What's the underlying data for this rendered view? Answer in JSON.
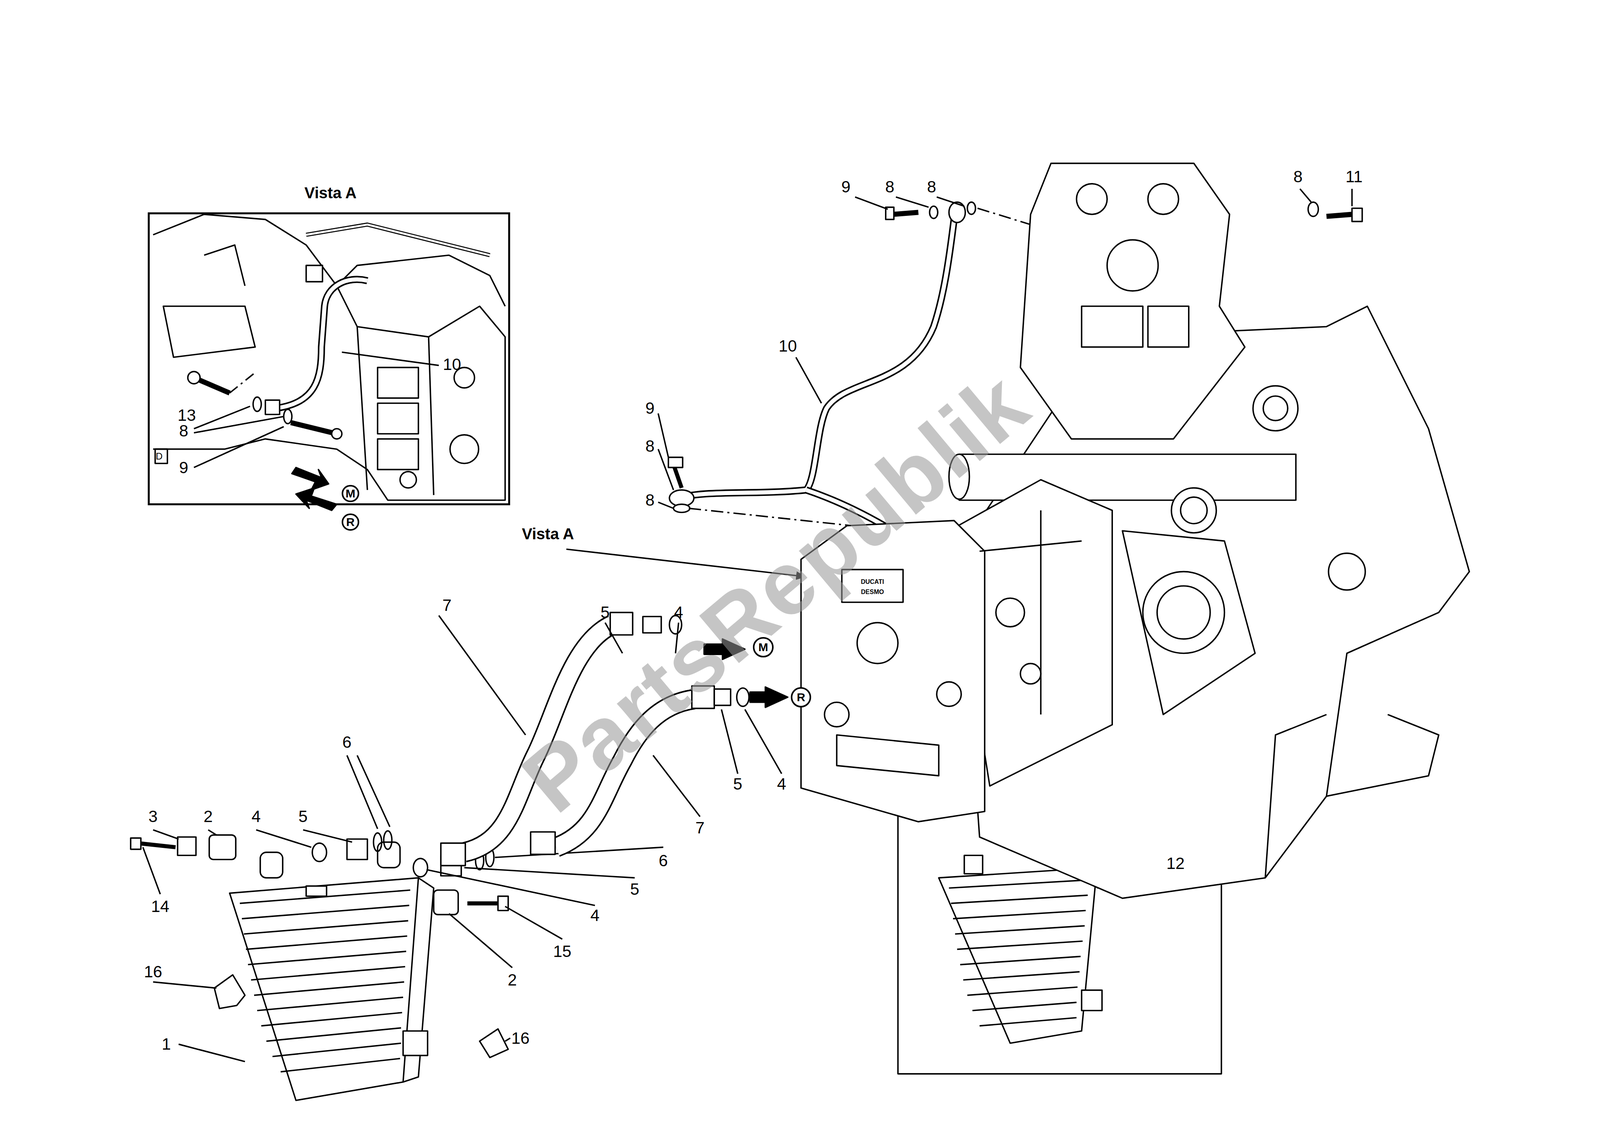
{
  "diagram": {
    "nodes": [
      {
        "text": [
          "Vista A"
        ]
      },
      {
        "text": [
          "M"
        ],
        "in": 0
      },
      {
        "text": [
          "R"
        ],
        "in": 0
      },
      {
        "text": [
          "M"
        ]
      },
      {
        "text": [
          "R"
        ]
      }
    ],
    "labels": [
      "10",
      "13",
      "8",
      "9",
      "9",
      "8",
      "8",
      "8",
      "11",
      "10",
      "9",
      "8",
      "8",
      "Vista A",
      "7",
      "5",
      "4",
      "6",
      "5",
      "4",
      "3",
      "2",
      "4",
      "5",
      "7",
      "6",
      "5",
      "14",
      "4",
      "15",
      "16",
      "2",
      "16",
      "1",
      "12",
      "PartsRepublik",
      "DUCATI",
      "DESMO",
      "D"
    ]
  }
}
